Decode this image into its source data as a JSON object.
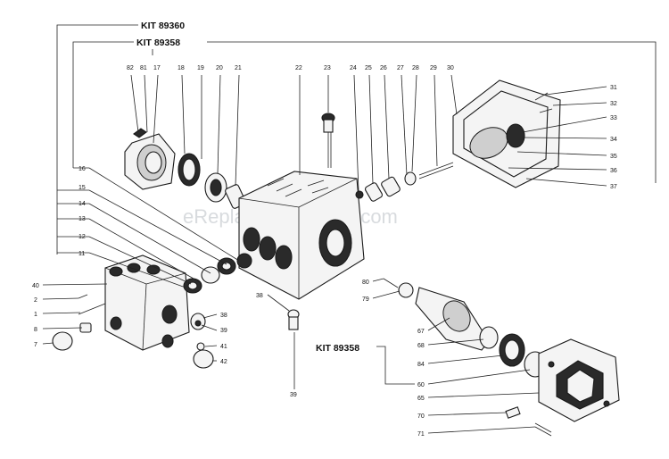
{
  "kits": {
    "top": "KIT 89360",
    "second": "KIT 89358",
    "lower": "KIT 89358"
  },
  "watermark": "eReplacementParts.com",
  "labels": [
    "82",
    "81",
    "17",
    "18",
    "19",
    "20",
    "21",
    "22",
    "23",
    "24",
    "25",
    "26",
    "27",
    "28",
    "29",
    "30",
    "31",
    "32",
    "33",
    "34",
    "35",
    "36",
    "37",
    "16",
    "15",
    "14",
    "13",
    "12",
    "11",
    "40",
    "2",
    "1",
    "8",
    "7",
    "38",
    "39",
    "41",
    "42",
    "80",
    "79",
    "67",
    "68",
    "84",
    "60",
    "65",
    "70",
    "71"
  ]
}
